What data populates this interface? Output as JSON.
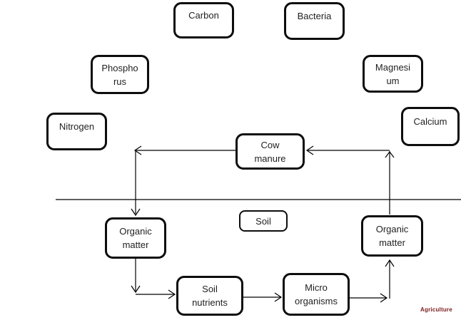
{
  "diagram": {
    "description": "Soil nutrient cycle diagram with cow manure above the soil surface line and an underground decomposition cycle"
  },
  "nodes": {
    "carbon": {
      "label": "Carbon"
    },
    "bacteria": {
      "label": "Bacteria"
    },
    "phosphorus": {
      "label": "Phospho\nrus"
    },
    "magnesium": {
      "label": "Magnesi\num"
    },
    "nitrogen": {
      "label": "Nitrogen"
    },
    "calcium": {
      "label": "Calcium"
    },
    "cow_manure": {
      "label": "Cow\nmanure"
    },
    "soil": {
      "label": "Soil"
    },
    "organic_matter_left": {
      "label": "Organic\nmatter"
    },
    "organic_matter_right": {
      "label": "Organic\nmatter"
    },
    "soil_nutrients": {
      "label": "Soil\nnutrients"
    },
    "micro_organisms": {
      "label": "Micro\norganisms"
    }
  },
  "edges": [
    {
      "from": "cow_manure",
      "to": "left-elbow",
      "direction": "left"
    },
    {
      "from": "left-elbow",
      "to": "organic_matter_left",
      "direction": "down"
    },
    {
      "from": "organic_matter_right",
      "to": "right-elbow",
      "direction": "up"
    },
    {
      "from": "right-elbow",
      "to": "cow_manure",
      "direction": "left"
    },
    {
      "from": "organic_matter_left",
      "to": "below-elbow",
      "direction": "down"
    },
    {
      "from": "below-elbow",
      "to": "soil_nutrients",
      "direction": "right"
    },
    {
      "from": "soil_nutrients",
      "to": "micro_organisms",
      "direction": "right"
    },
    {
      "from": "micro_organisms",
      "to": "right-lower-elbow",
      "direction": "right"
    },
    {
      "from": "right-lower-elbow",
      "to": "organic_matter_right",
      "direction": "up"
    }
  ],
  "separator": {
    "name": "soil-surface-line"
  },
  "watermark": {
    "label": "Agriculture",
    "color": "#7b1a1a"
  },
  "colors": {
    "background": "#ffffff",
    "box_border": "#0d0d0d",
    "box_fill": "#ffffff",
    "connector": "#000000",
    "text": "#1f1f1f"
  }
}
